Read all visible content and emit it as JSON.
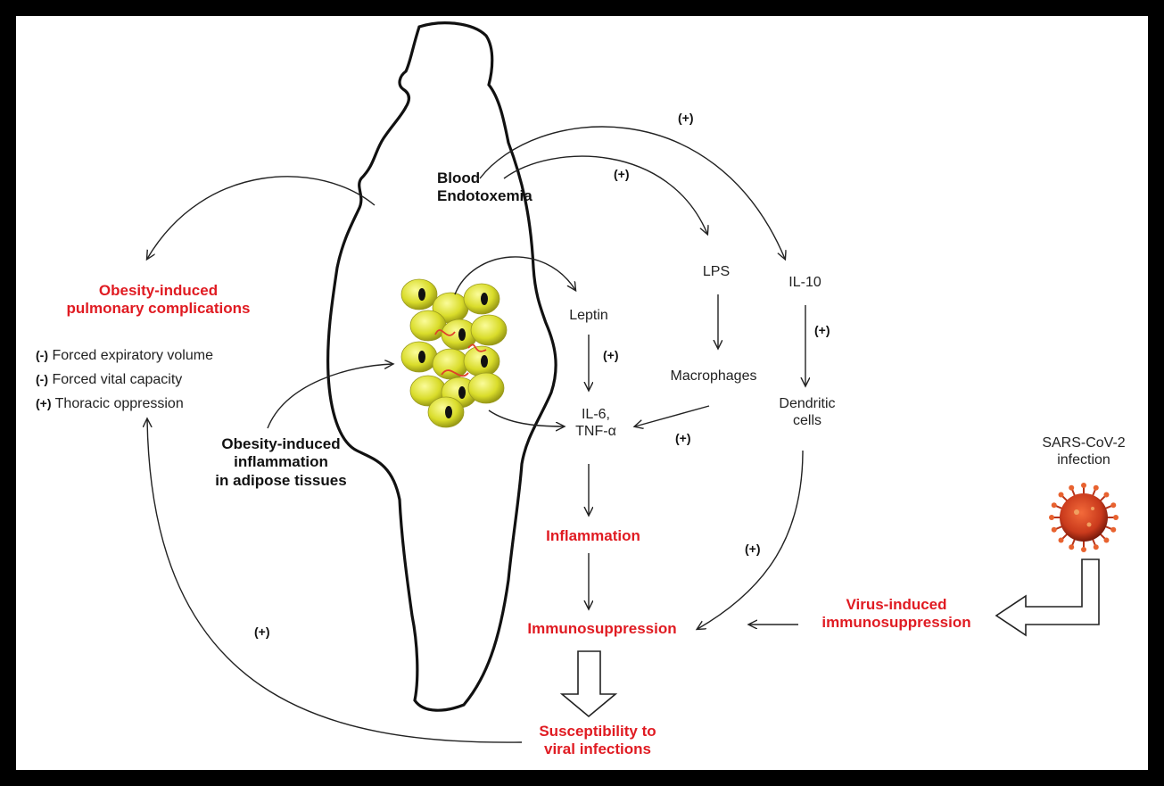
{
  "labels": {
    "blood_endotoxemia_line1": "Blood",
    "blood_endotoxemia_line2": "Endotoxemia",
    "lps": "LPS",
    "il10": "IL-10",
    "leptin": "Leptin",
    "macrophages": "Macrophages",
    "dendritic_line1": "Dendritic",
    "dendritic_line2": "cells",
    "il6_line1": "IL-6,",
    "il6_line2": "TNF-α",
    "inflammation": "Inflammation",
    "immunosuppression": "Immunosuppression",
    "susceptibility_line1": "Susceptibility to",
    "susceptibility_line2": "viral infections",
    "sars_line1": "SARS-CoV-2",
    "sars_line2": "infection",
    "virus_induced_line1": "Virus-induced",
    "virus_induced_line2": "immunosuppression",
    "pulmonary_line1": "Obesity-induced",
    "pulmonary_line2": "pulmonary complications",
    "adipose_line1": "Obesity-induced",
    "adipose_line2": "inflammation",
    "adipose_line3": "in adipose tissues"
  },
  "pulmonary_effects": [
    {
      "sign": "(-)",
      "text": "Forced expiratory volume"
    },
    {
      "sign": "(-)",
      "text": "Forced vital capacity"
    },
    {
      "sign": "(+)",
      "text": "Thoracic oppression"
    }
  ],
  "signs": {
    "top_outer": "(+)",
    "top_inner": "(+)",
    "leptin_to_il6": "(+)",
    "il10_to_dendritic": "(+)",
    "macrophage_to_il6": "(+)",
    "dendritic_to_immuno": "(+)",
    "bottom_left": "(+)"
  },
  "colors": {
    "red": "#e01b22",
    "adipocyte": "#d9dc2a",
    "virus": "#c93a1c"
  }
}
